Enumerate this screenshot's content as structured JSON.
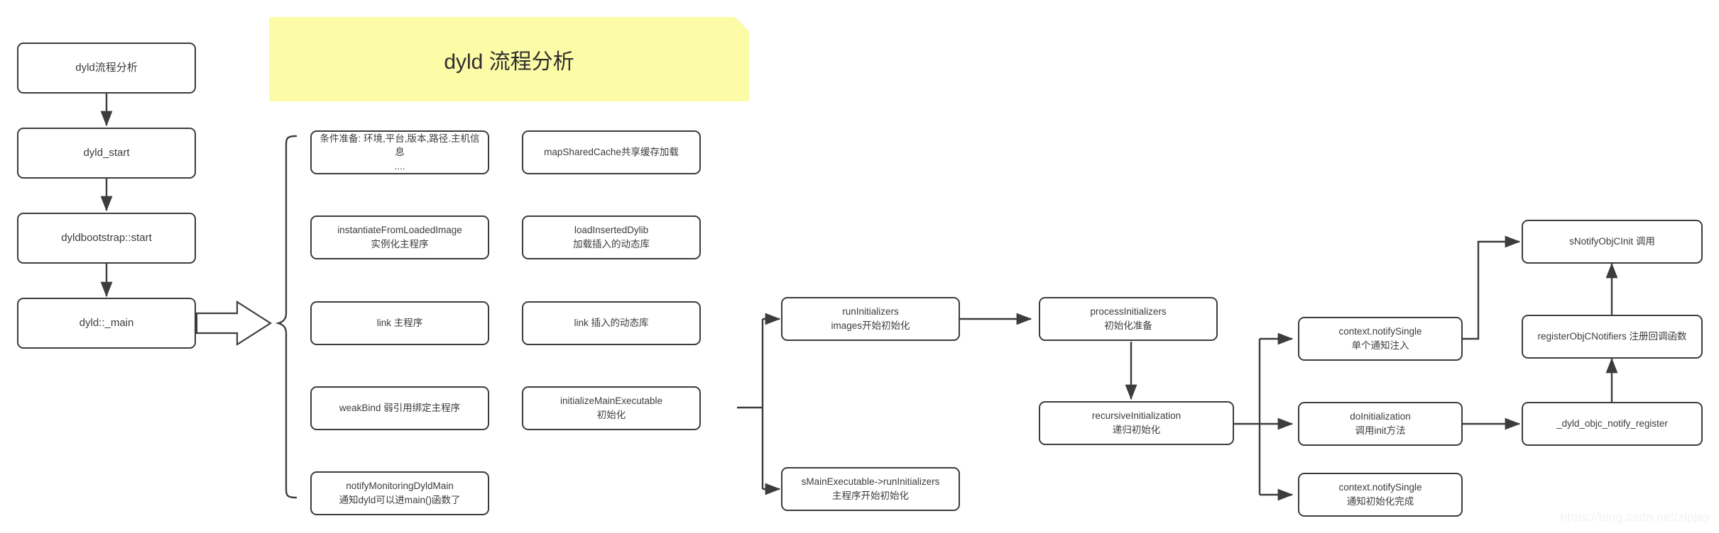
{
  "title_banner": {
    "text": "dyld 流程分析",
    "background": "#fcfba6"
  },
  "watermark": {
    "text": "https://blog.csdn.net/zjpjay"
  },
  "theme": {
    "stroke": "#3c3c3c",
    "text": "#3c3c3c",
    "page_background": "#ffffff"
  },
  "columns": {
    "entry_chain": {
      "name": "dyld entry chain",
      "nodes": [
        {
          "id": "dyld-flow-analysis",
          "label": "dyld流程分析"
        },
        {
          "id": "dyld-start",
          "label": "dyld_start"
        },
        {
          "id": "dyldbootstrap-start",
          "label": "dyldbootstrap::start"
        },
        {
          "id": "dyld-main",
          "label": "dyld::_main"
        }
      ]
    },
    "main_steps_left": {
      "name": "dyld::_main steps (left)",
      "nodes": [
        {
          "id": "condition-prepare",
          "label": "条件准备: 环境,平台,版本,路径.主机信息\n...."
        },
        {
          "id": "instantiate-from-loaded-image",
          "label": "instantiateFromLoadedImage\n实例化主程序"
        },
        {
          "id": "link-main",
          "label": "link 主程序"
        },
        {
          "id": "weak-bind",
          "label": "weakBind 弱引用绑定主程序"
        },
        {
          "id": "notify-monitoring-dyld-main",
          "label": "notifyMonitoringDyldMain\n通知dyld可以进main()函数了"
        }
      ]
    },
    "main_steps_right": {
      "name": "dyld::_main steps (right)",
      "nodes": [
        {
          "id": "map-shared-cache",
          "label": "mapSharedCache共享缓存加载"
        },
        {
          "id": "load-inserted-dylib",
          "label": "loadInsertedDylib\n加载插入的动态库"
        },
        {
          "id": "link-inserted-dylib",
          "label": "link 插入的动态库"
        },
        {
          "id": "initialize-main-executable",
          "label": "initializeMainExecutable\n初始化"
        }
      ]
    },
    "initializers": {
      "name": "initializers",
      "nodes": [
        {
          "id": "run-initializers",
          "label": "runInitializers\nimages开始初始化"
        },
        {
          "id": "smain-run-initializers",
          "label": "sMainExecutable->runInitializers\n主程序开始初始化"
        }
      ]
    },
    "process": {
      "name": "process initializers",
      "nodes": [
        {
          "id": "process-initializers",
          "label": "processInitializers\n初始化准备"
        },
        {
          "id": "recursive-initialization",
          "label": "recursiveInitialization\n递归初始化"
        }
      ]
    },
    "notify": {
      "name": "notify / init",
      "nodes": [
        {
          "id": "notify-single-inject",
          "label": "context.notifySingle\n单个通知注入"
        },
        {
          "id": "do-initialization",
          "label": "doInitialization\n调用init方法"
        },
        {
          "id": "notify-single-done",
          "label": "context.notifySingle\n通知初始化完成"
        }
      ]
    },
    "objc": {
      "name": "objc notify registration",
      "nodes": [
        {
          "id": "snotify-objc-init",
          "label": "sNotifyObjCInit 调用"
        },
        {
          "id": "register-objc-notifiers",
          "label": "registerObjCNotifiers 注册回调函数"
        },
        {
          "id": "dyld-objc-notify-register",
          "label": "_dyld_objc_notify_register"
        }
      ]
    }
  }
}
